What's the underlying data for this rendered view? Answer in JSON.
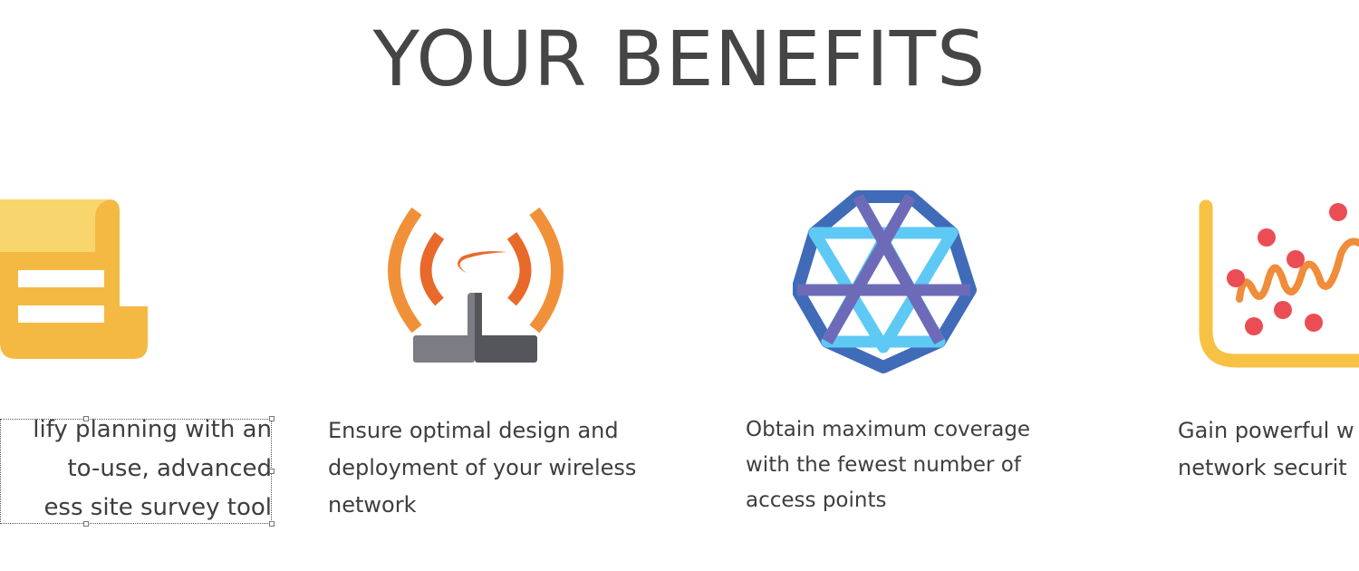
{
  "page_title": "YOUR BENEFITS",
  "benefits": [
    {
      "icon": "document-scroll-icon",
      "text": "lify planning with an\nto-use, advanced\ness site survey tool"
    },
    {
      "icon": "wireless-router-icon",
      "text": "Ensure optimal design and\ndeployment of your wireless\nnetwork"
    },
    {
      "icon": "coverage-polygon-icon",
      "text": "Obtain maximum coverage\nwith the fewest number of\naccess points"
    },
    {
      "icon": "signal-chart-icon",
      "text": "Gain powerful w\nnetwork securit"
    }
  ],
  "colors": {
    "title": "#454545",
    "text": "#3e3e3e",
    "doc_yellow": "#f4b942",
    "doc_light": "#f9d56e",
    "wifi_orange": "#f0913a",
    "wifi_dark_orange": "#e8692a",
    "router_gray": "#7c7c84",
    "router_dark": "#55555c",
    "poly_blue": "#3f6bb8",
    "poly_light": "#5ec9f5",
    "poly_purple": "#6d6bb8",
    "chart_yellow": "#f7c244",
    "chart_orange": "#f08c3a",
    "chart_red": "#eb4d55"
  }
}
